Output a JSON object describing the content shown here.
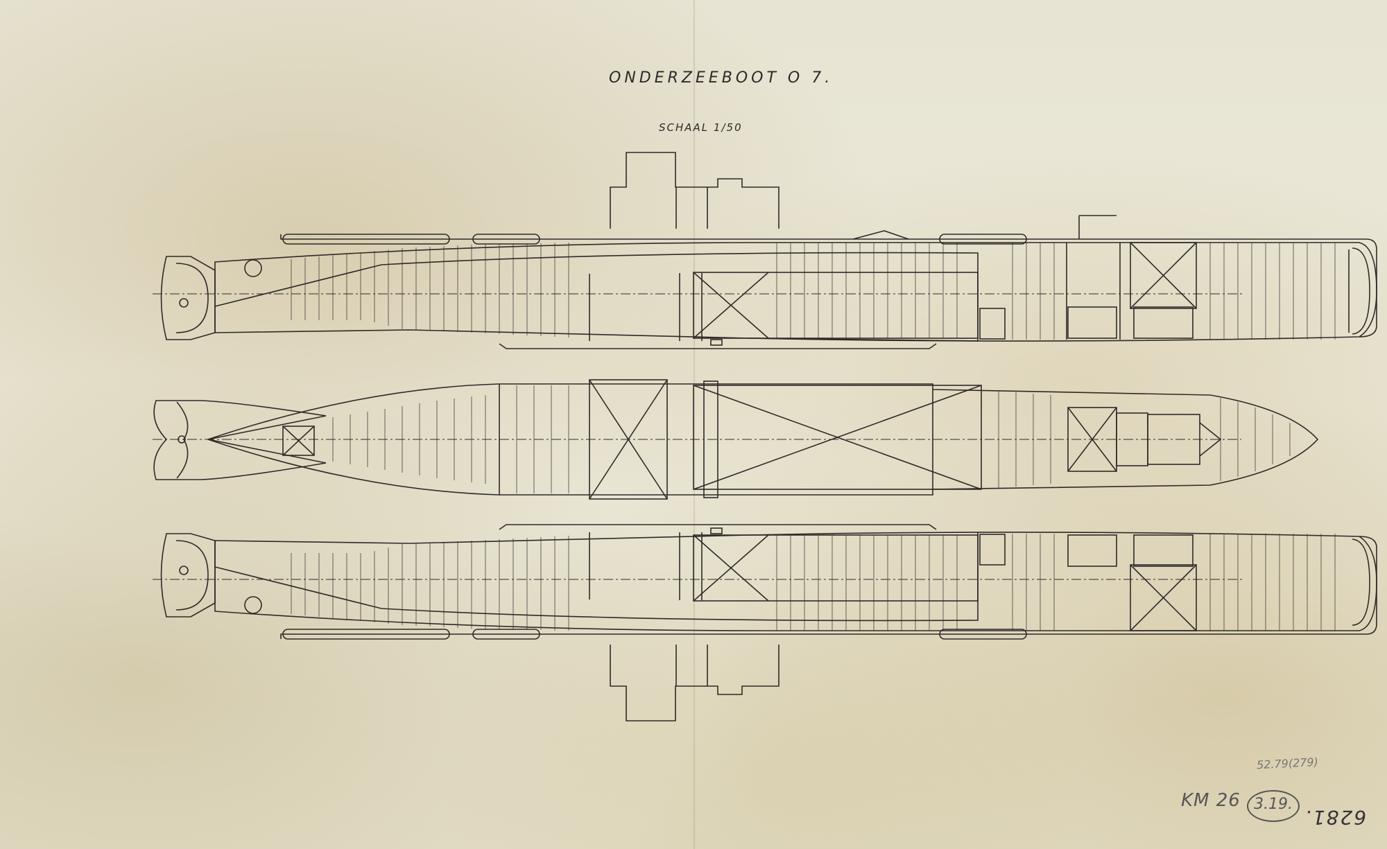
{
  "sheet": {
    "title": "ONDERZEEBOOT O 7.",
    "scale": "SCHAAL 1/50",
    "archive_note_top": "52.79(279)",
    "archive_code": "KM 26",
    "archive_stamp": "3.19.",
    "archive_number": "6281."
  },
  "colors": {
    "paper": "#e9e6d8",
    "ink": "#2d2a28",
    "stain": "#b8965a"
  }
}
